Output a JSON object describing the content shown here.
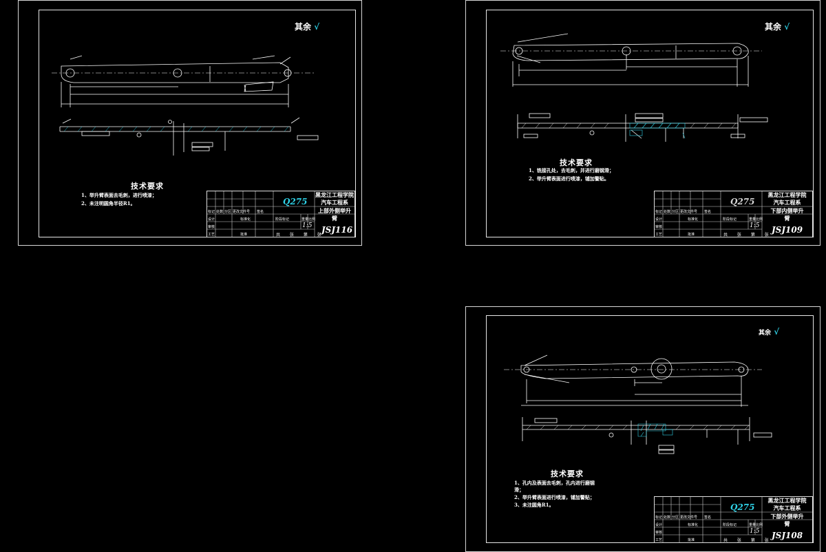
{
  "drawings": [
    {
      "roughness_note": "其余",
      "tech_title": "技术要求",
      "tech_notes": [
        "1、举升臂表面去毛刺，进行喷漆；",
        "2、未注明圆角半径R1。"
      ],
      "title_block": {
        "material": "Q275",
        "school": [
          "黑龙江工程学院",
          "汽车工程系"
        ],
        "part_name": [
          "上部外侧举升",
          "臂"
        ],
        "scale": "1:5",
        "drawing_no": "JSJ116",
        "sheet_line": "共 张 第 张",
        "labels": [
          "标记",
          "处数",
          "分区",
          "更改文件号",
          "签名",
          "设计",
          "标准化",
          "阶段标记",
          "重量",
          "比例",
          "审核",
          "工艺",
          "批准"
        ]
      }
    },
    {
      "roughness_note": "其余",
      "tech_title": "技术要求",
      "tech_notes": [
        "1、铣接孔处，去毛刺，并进行磨钢滑；",
        "2、举升臂表面进行喷漆，铺加警贴。"
      ],
      "title_block": {
        "material": "Q275",
        "school": [
          "黑龙江工程学院",
          "汽车工程系"
        ],
        "part_name": [
          "下部内侧举升",
          "臂"
        ],
        "scale": "1:5",
        "drawing_no": "JSJ109",
        "sheet_line": "共 张 第 张",
        "labels": [
          "标记",
          "处数",
          "分区",
          "更改文件号",
          "签名",
          "设计",
          "标准化",
          "阶段标记",
          "重量",
          "比例",
          "审核",
          "工艺",
          "批准"
        ]
      }
    },
    {
      "roughness_note": "其余",
      "tech_title": "技术要求",
      "tech_notes": [
        "1、孔内及表面去毛刺，孔内进行磨钢",
        "滑；",
        "2、举升臂表面进行喷漆，铺加警贴；",
        "3、未注圆角R1。"
      ],
      "title_block": {
        "material": "Q275",
        "school": [
          "黑龙江工程学院",
          "汽车工程系"
        ],
        "part_name": [
          "下部外侧举升",
          "臂"
        ],
        "scale": "1:5",
        "drawing_no": "JSJ108",
        "sheet_line": "共 张 第 张",
        "labels": [
          "标记",
          "处数",
          "分区",
          "更改文件号",
          "签名",
          "设计",
          "标准化",
          "阶段标记",
          "重量",
          "比例",
          "审核",
          "工艺",
          "批准"
        ]
      }
    }
  ],
  "colors": {
    "background": "#000000",
    "line": "#ffffff",
    "accent": "#2fd3e8",
    "hatch": "#2fd3e8"
  }
}
